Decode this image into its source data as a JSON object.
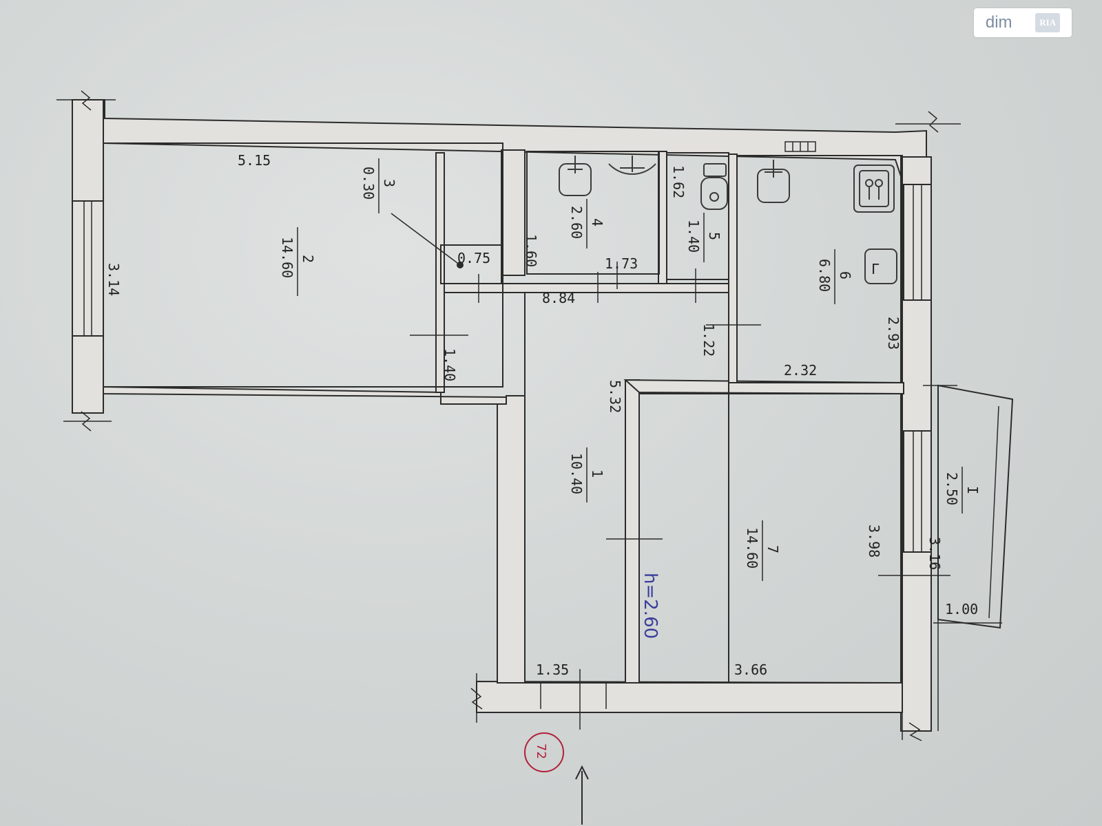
{
  "watermark": {
    "word1": "dim",
    "word2": "RIA"
  },
  "rooms": [
    {
      "id": "room-1",
      "number": "1",
      "area": "10.40"
    },
    {
      "id": "room-2",
      "number": "2",
      "area": "14.60"
    },
    {
      "id": "room-3",
      "number": "3",
      "area": "0.30"
    },
    {
      "id": "room-4",
      "number": "4",
      "area": "2.60"
    },
    {
      "id": "room-5",
      "number": "5",
      "area": "1.40"
    },
    {
      "id": "room-6",
      "number": "6",
      "area": "6.80"
    },
    {
      "id": "room-7",
      "number": "7",
      "area": "14.60"
    },
    {
      "id": "room-I",
      "number": "I",
      "area": "2.50"
    }
  ],
  "dimensions": {
    "d_5_15": "5.15",
    "d_3_14": "3.14",
    "d_0_75": "0.75",
    "d_1_40_corr": "1.40",
    "d_1_60": "1.60",
    "d_1_73": "1.73",
    "d_1_62": "1.62",
    "d_8_84": "8.84",
    "d_1_22": "1.22",
    "d_2_32": "2.32",
    "d_2_93": "2.93",
    "d_5_32": "5.32",
    "d_3_98": "3.98",
    "d_3_16": "3.16",
    "d_1_00": "1.00",
    "d_1_35": "1.35",
    "d_3_66": "3.66"
  },
  "ceiling_height": "h=2.60",
  "stamp": "72",
  "kitchen_stove_label": "Г"
}
